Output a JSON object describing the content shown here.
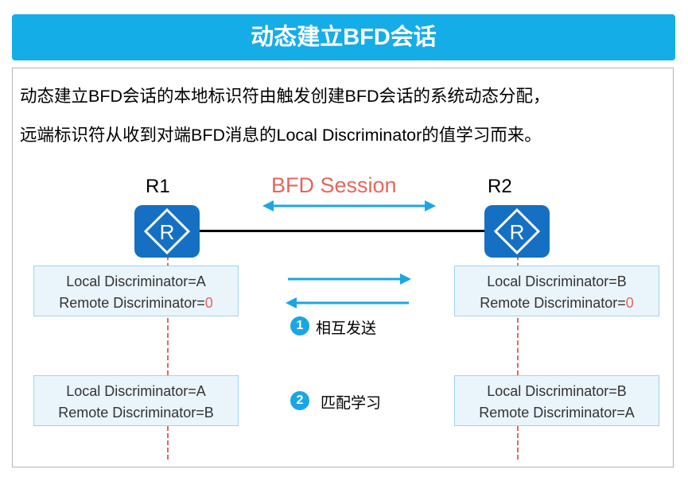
{
  "title": "动态建立BFD会话",
  "description": {
    "line1": "动态建立BFD会话的本地标识符由触发创建BFD会话的系统动态分配，",
    "line2": "远端标识符从收到对端BFD消息的Local Discriminator的值学习而来。"
  },
  "session_label": "BFD Session",
  "routers": {
    "r1": {
      "name": "R1",
      "icon": "router-icon"
    },
    "r2": {
      "name": "R2",
      "icon": "router-icon"
    }
  },
  "stage1": {
    "r1": {
      "local": "Local Discriminator=A",
      "remote_prefix": "Remote Discriminator=",
      "remote_value": "0"
    },
    "r2": {
      "local": "Local Discriminator=B",
      "remote_prefix": "Remote Discriminator=",
      "remote_value": "0"
    }
  },
  "stage2": {
    "r1": {
      "local": "Local Discriminator=A",
      "remote": "Remote Discriminator=B"
    },
    "r2": {
      "local": "Local Discriminator=B",
      "remote": "Remote Discriminator=A"
    }
  },
  "steps": [
    {
      "number": "1",
      "label": "相互发送"
    },
    {
      "number": "2",
      "label": "匹配学习"
    }
  ],
  "colors": {
    "title_bg": "#14ade8",
    "router": "#1570c4",
    "arrow": "#1aa6e4",
    "accent_red": "#e8655a",
    "box_bg": "#e9f4fb",
    "box_border": "#9fd4ee"
  }
}
